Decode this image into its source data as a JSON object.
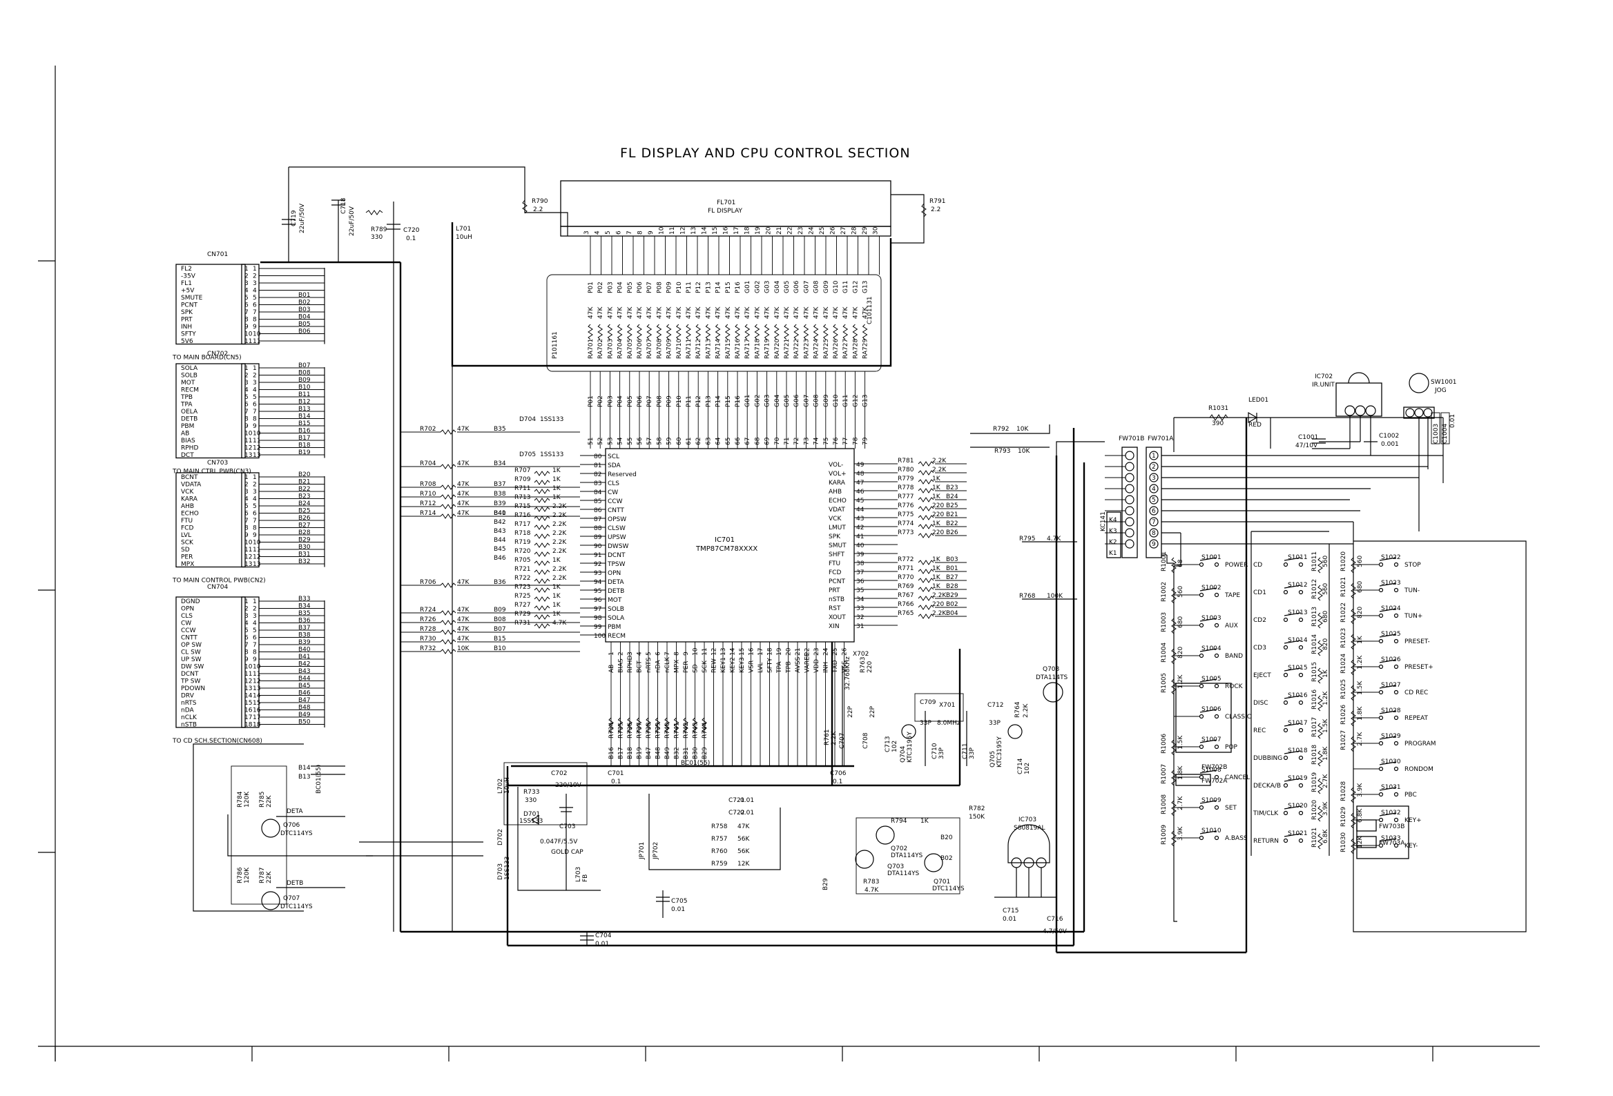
{
  "title": "FL DISPLAY AND  CPU CONTROL SECTION",
  "fl701": {
    "ref": "FL701",
    "name": "FL DISPLAY"
  },
  "ic701": {
    "ref": "IC701",
    "part": "TMP87CM78XXXX"
  },
  "ic702": {
    "ref": "IC702",
    "name": "IR.UNIT"
  },
  "ic703": {
    "ref": "IC703",
    "part": "S80819AL"
  },
  "sw1001": {
    "ref": "SW1001",
    "name": "JOG"
  },
  "led01": {
    "ref": "LED01",
    "color": "RED"
  },
  "connectors": [
    {
      "ref": "CN701",
      "dest": "TO MAIN BOARD(CN5)",
      "pins": [
        "FL2",
        "-35V",
        "FL1",
        "+5V",
        "SMUTE",
        "PCNT",
        "SPK",
        "PRT",
        "INH",
        "SFTY",
        "5V6"
      ],
      "buses": [
        "",
        "",
        "",
        "",
        "B01",
        "B02",
        "B03",
        "B04",
        "B05",
        "B06",
        ""
      ]
    },
    {
      "ref": "CN702",
      "dest": "TO MAIN CTRL PWB(CN3)",
      "pins": [
        "SOLA",
        "SOLB",
        "MOT",
        "RECM",
        "TPB",
        "TPA",
        "OELA",
        "DETB",
        "PBM",
        "AB",
        "BIAS",
        "RPHD",
        "DCT"
      ],
      "buses": [
        "B07",
        "B08",
        "B09",
        "B10",
        "B11",
        "B12",
        "B13",
        "B14",
        "B15",
        "B16",
        "B17",
        "B18",
        "B19"
      ]
    },
    {
      "ref": "CN703",
      "dest": "TO MAIN CONTROL PWB(CN2)",
      "pins": [
        "BCNT",
        "VDATA",
        "VCK",
        "KARA",
        "AHB",
        "ECHO",
        "FTU",
        "FCD",
        "LVL",
        "SCK",
        "SD",
        "PER",
        "MPX"
      ],
      "buses": [
        "B20",
        "B21",
        "B22",
        "B23",
        "B24",
        "B25",
        "B26",
        "B27",
        "B28",
        "B29",
        "B30",
        "B31",
        "B32"
      ]
    },
    {
      "ref": "CN704",
      "dest": "TO CD SCH.SECTION(CN608)",
      "pins": [
        "DGND",
        "OPN",
        "CLS",
        "CW",
        "CCW",
        "CNTT",
        "OP SW",
        "CL SW",
        "UP SW",
        "DW SW",
        "DCNT",
        "TP SW",
        "PDOWN",
        "DRV",
        "nRTS",
        "nDA",
        "nCLK",
        "nSTB"
      ],
      "buses": [
        "B33",
        "B34",
        "B35",
        "B36",
        "B37",
        "B38",
        "B39",
        "B40",
        "B41",
        "B42",
        "B43",
        "B44",
        "B45",
        "B46",
        "B47",
        "B48",
        "B49",
        "B50"
      ]
    }
  ],
  "cpu_left_pins": [
    {
      "pin": "80",
      "name": "SCL"
    },
    {
      "pin": "81",
      "name": "SDA"
    },
    {
      "pin": "82",
      "name": "Reserved"
    },
    {
      "pin": "83",
      "name": "CLS"
    },
    {
      "pin": "84",
      "name": "CW"
    },
    {
      "pin": "85",
      "name": "CCW"
    },
    {
      "pin": "86",
      "name": "CNTT"
    },
    {
      "pin": "87",
      "name": "OPSW"
    },
    {
      "pin": "88",
      "name": "CLSW"
    },
    {
      "pin": "89",
      "name": "UPSW"
    },
    {
      "pin": "90",
      "name": "DWSW"
    },
    {
      "pin": "91",
      "name": "DCNT"
    },
    {
      "pin": "92",
      "name": "TPSW"
    },
    {
      "pin": "93",
      "name": "OPN"
    },
    {
      "pin": "94",
      "name": "DETA"
    },
    {
      "pin": "95",
      "name": "DETB"
    },
    {
      "pin": "96",
      "name": "MOT"
    },
    {
      "pin": "97",
      "name": "SOLB"
    },
    {
      "pin": "98",
      "name": "SOLA"
    },
    {
      "pin": "99",
      "name": "PBM"
    },
    {
      "pin": "100",
      "name": "RECM"
    }
  ],
  "cpu_right_pins": [
    {
      "pin": "49",
      "name": "VOL-"
    },
    {
      "pin": "48",
      "name": "VOL+"
    },
    {
      "pin": "47",
      "name": "KARA"
    },
    {
      "pin": "46",
      "name": "AHB"
    },
    {
      "pin": "45",
      "name": "ECHO"
    },
    {
      "pin": "44",
      "name": "VDAT"
    },
    {
      "pin": "43",
      "name": "VCK"
    },
    {
      "pin": "42",
      "name": "LMUT"
    },
    {
      "pin": "41",
      "name": "SPK"
    },
    {
      "pin": "40",
      "name": "SMUT"
    },
    {
      "pin": "39",
      "name": "SHFT"
    },
    {
      "pin": "38",
      "name": "FTU"
    },
    {
      "pin": "37",
      "name": "FCD"
    },
    {
      "pin": "36",
      "name": "PCNT"
    },
    {
      "pin": "35",
      "name": "PRT"
    },
    {
      "pin": "34",
      "name": "nSTB"
    },
    {
      "pin": "33",
      "name": "RST"
    },
    {
      "pin": "32",
      "name": "XOUT"
    },
    {
      "pin": "31",
      "name": "XIN"
    }
  ],
  "left_resistors": [
    {
      "ref": "R702",
      "val": "47K",
      "bus": "B35"
    },
    {
      "ref": "R704",
      "val": "47K",
      "bus": "B34"
    },
    {
      "ref": "R708",
      "val": "47K",
      "bus": "B37"
    },
    {
      "ref": "R710",
      "val": "47K",
      "bus": "B38"
    },
    {
      "ref": "R712",
      "val": "47K",
      "bus": "B39"
    },
    {
      "ref": "R714",
      "val": "47K",
      "bus": "B40"
    },
    {
      "ref": "R706",
      "val": "47K",
      "bus": "B36"
    },
    {
      "ref": "R724",
      "val": "47K",
      "bus": "B09"
    },
    {
      "ref": "R726",
      "val": "47K",
      "bus": "B08"
    },
    {
      "ref": "R728",
      "val": "47K",
      "bus": "B07"
    },
    {
      "ref": "R730",
      "val": "47K",
      "bus": "B15"
    },
    {
      "ref": "R732",
      "val": "10K",
      "bus": "B10"
    }
  ],
  "right_resistors": [
    {
      "ref": "R781",
      "val": "2.2K"
    },
    {
      "ref": "R780",
      "val": "2.2K"
    },
    {
      "ref": "R779",
      "val": "1K"
    },
    {
      "ref": "R778",
      "val": "1K"
    },
    {
      "ref": "R777",
      "val": "1K"
    },
    {
      "ref": "R776",
      "val": "220"
    },
    {
      "ref": "R775",
      "val": "220"
    },
    {
      "ref": "R774",
      "val": "1K"
    },
    {
      "ref": "R773",
      "val": "220"
    },
    {
      "ref": "R772",
      "val": "1K"
    },
    {
      "ref": "R771",
      "val": "1K"
    },
    {
      "ref": "R770",
      "val": "1K"
    },
    {
      "ref": "R769",
      "val": "1K"
    },
    {
      "ref": "R767",
      "val": "2.2K"
    },
    {
      "ref": "R766",
      "val": "220"
    },
    {
      "ref": "R765",
      "val": "2.2K"
    }
  ],
  "keys_col1": [
    {
      "r": "R1001",
      "rv": "68",
      "s": "S1001",
      "label": "POWER"
    },
    {
      "r": "R1002",
      "rv": "560",
      "s": "S1002",
      "label": "TAPE"
    },
    {
      "r": "R1003",
      "rv": "680",
      "s": "S1003",
      "label": "AUX"
    },
    {
      "r": "R1004",
      "rv": "820",
      "s": "S1004",
      "label": "BAND"
    },
    {
      "r": "R1005",
      "rv": "1.2K",
      "s": "S1005",
      "label": "ROCK"
    },
    {
      "r": "",
      "rv": "",
      "s": "S1006",
      "label": "CLASSIC"
    },
    {
      "r": "R1006",
      "rv": "1.5K",
      "s": "S1007",
      "label": "POP"
    },
    {
      "r": "R1007",
      "rv": "1.8K",
      "s": "S1008",
      "label": "CANCEL"
    },
    {
      "r": "R1008",
      "rv": "2.7K",
      "s": "S1009",
      "label": "SET"
    },
    {
      "r": "R1009",
      "rv": "3.9K",
      "s": "S1010",
      "label": "A.BASS"
    }
  ],
  "keys_col2": [
    {
      "label": "CD",
      "s": "S1011",
      "r": "R1011",
      "rv": "560"
    },
    {
      "label": "CD1",
      "s": "S1012",
      "r": "R1012",
      "rv": "560"
    },
    {
      "label": "CD2",
      "s": "S1013",
      "r": "R1013",
      "rv": "680"
    },
    {
      "label": "CD3",
      "s": "S1014",
      "r": "R1014",
      "rv": "820"
    },
    {
      "label": "EJECT",
      "s": "S1015",
      "r": "R1015",
      "rv": "1K"
    },
    {
      "label": "DISC",
      "s": "S1016",
      "r": "R1016",
      "rv": "1.2K"
    },
    {
      "label": "REC",
      "s": "S1017",
      "r": "R1017",
      "rv": "1.5K"
    },
    {
      "label": "DUBBING",
      "s": "S1018",
      "r": "R1018",
      "rv": "1.8K"
    },
    {
      "label": "DECKA/B",
      "s": "S1019",
      "r": "R1019",
      "rv": "2.7K"
    },
    {
      "label": "TIM/CLK",
      "s": "S1020",
      "r": "R1020",
      "rv": "3.9K"
    },
    {
      "label": "RETURN",
      "s": "S1021",
      "r": "R1021",
      "rv": "6.8K"
    }
  ],
  "keys_col3": [
    {
      "r": "R1020",
      "rv": "560",
      "s": "S1022",
      "label": "STOP"
    },
    {
      "r": "R1021",
      "rv": "680",
      "s": "S1023",
      "label": "TUN-"
    },
    {
      "r": "R1022",
      "rv": "820",
      "s": "S1024",
      "label": "TUN+"
    },
    {
      "r": "R1023",
      "rv": "1K",
      "s": "S1025",
      "label": "PRESET-"
    },
    {
      "r": "R1024",
      "rv": "1.2K",
      "s": "S1026",
      "label": "PRESET+"
    },
    {
      "r": "R1025",
      "rv": "1.5K",
      "s": "S1027",
      "label": "CD REC"
    },
    {
      "r": "R1026",
      "rv": "1.8K",
      "s": "S1028",
      "label": "REPEAT"
    },
    {
      "r": "R1027",
      "rv": "2.7K",
      "s": "S1029",
      "label": "PROGRAM"
    },
    {
      "r": "",
      "rv": "",
      "s": "S1030",
      "label": "RONDOM"
    },
    {
      "r": "R1028",
      "rv": "3.9K",
      "s": "S1031",
      "label": "PBC"
    },
    {
      "r": "R1029",
      "rv": "6.8K",
      "s": "S1032",
      "label": "KEY+"
    },
    {
      "r": "R1030",
      "rv": "12K",
      "s": "S1033",
      "label": "KEY-"
    }
  ],
  "labels": {
    "fw701b": "FW701B",
    "fw701a": "FW701A",
    "fw702b": "FW702B",
    "fw702a": "FW702A",
    "fw703b": "FW703B",
    "fw703a": "FW703A",
    "kcn": "KC141",
    "c719": "C719",
    "c719v": "22uF/50V",
    "c718": "C718",
    "c718v": "22uF/50V",
    "r789": "R789",
    "r789v": "330",
    "c720": "C720",
    "c720v": "0.1",
    "l701": "L701",
    "l701v": "10uH",
    "r790": "R790",
    "r790v": "2.2",
    "r791": "R791",
    "r791v": "2.2",
    "r792": "R792",
    "r792v": "10K",
    "r793": "R793",
    "r793v": "10K",
    "r1031": "R1031",
    "r1031v": "390",
    "c1001": "C1001",
    "c1001v": "47/10V",
    "c1002": "C1002",
    "c1002v": "0.001",
    "c1003": "C1003",
    "c1004": "C1004",
    "c1004v": "0.01",
    "r795": "R795",
    "r795v": "4.7K",
    "r768": "R768",
    "r768v": "100K",
    "q708": "Q708",
    "q708p": "DTA114TS",
    "d704": "D704",
    "d704p": "1SS133",
    "d705": "D705",
    "d705p": "1SS133",
    "c702": "C702",
    "c702v": "220/10V",
    "c701": "C701",
    "c701v": "0.1",
    "c703": "C703",
    "c703v": "0.047F/5.5V",
    "c703n": "GOLD CAP",
    "r733": "R733",
    "r733v": "330",
    "d701": "D701",
    "d701p": "1SS133",
    "l702": "L702",
    "l702v": "10uH",
    "d702": "D702",
    "d703": "D703",
    "d703p": "1SS133",
    "l703": "L703",
    "l703v": "FB",
    "c705": "C705",
    "c705v": "0.01",
    "c704": "C704",
    "c704v": "0.01",
    "c706": "C706",
    "c706v": "0.1",
    "c709": "C709",
    "c709v": "33P",
    "x701": "X701",
    "x701v": "8.0MHz",
    "c712": "C712",
    "c712v": "33P",
    "x702": "X702",
    "x702v": "32.768KHz",
    "c707": "C707",
    "c707v": "22P",
    "c708": "C708",
    "c708v": "22P",
    "r763": "R763",
    "r763v": "220",
    "r761": "R761",
    "r761v": "2.2K",
    "c713": "C713",
    "c713v": "102",
    "q704": "Q704",
    "q704p": "KTC3195Y",
    "q705": "Q705",
    "q705p": "KTC3195Y",
    "c710": "C710",
    "c710v": "33P",
    "c711": "C711",
    "c711v": "33P",
    "r764": "R764",
    "r764v": "2.2K",
    "c714": "C714",
    "c714v": "102",
    "r794": "R794",
    "r794v": "1K",
    "r782": "R782",
    "r782v": "150K",
    "q702": "Q702",
    "q702p": "DTA114YS",
    "q703": "Q703",
    "q703p": "DTA114YS",
    "q701": "Q701",
    "q701p": "DTC114YS",
    "r783": "R783",
    "r783v": "4.7K",
    "c715": "C715",
    "c715v": "0.01",
    "c716": "C716",
    "c716v": "4.7/50V",
    "q706": "Q706",
    "q706p": "DTC114YS",
    "q707": "Q707",
    "q707p": "DTC114YS",
    "r784": "R784",
    "r784v": "120K",
    "r785": "R785",
    "r785v": "22K",
    "r786": "R786",
    "r786v": "120K",
    "r787": "R787",
    "r787v": "22K",
    "deta": "DETA",
    "detb": "DETB",
    "c721": "C721",
    "c721v": "0.01",
    "c722": "C722",
    "c722v": "0.01",
    "r758": "R758",
    "r758v": "47K",
    "r757": "R757",
    "r757v": "56K",
    "r760": "R760",
    "r760v": "56K",
    "r759": "R759",
    "r759v": "12K",
    "jp701": "JP701",
    "jp702": "JP702",
    "bc01": "BC01(55)",
    "p1161": "P101161",
    "c1161": "C101131",
    "b29": "B29",
    "b20": "B20",
    "b19": "B19",
    "b02": "B02",
    "b13": "B13",
    "b14": "B14",
    "bc01v": "BC01(55)"
  },
  "grid": {
    "top_ticks": [
      "",
      "",
      "",
      "",
      "",
      "",
      "",
      ""
    ]
  }
}
